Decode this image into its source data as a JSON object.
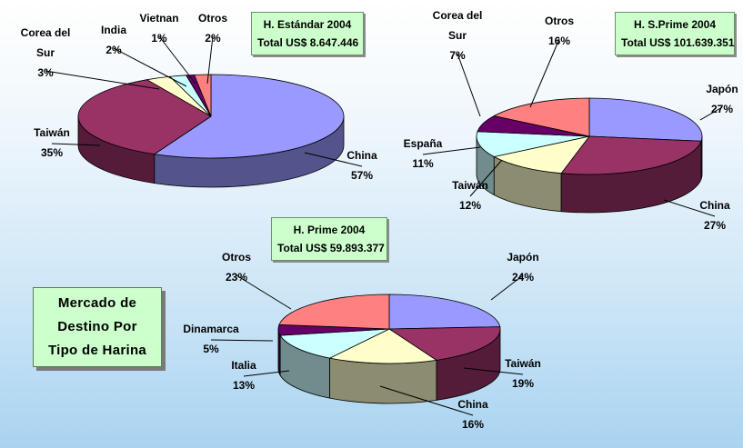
{
  "title_box": {
    "lines": [
      "Mercado de",
      "Destino Por",
      "Tipo de Harina"
    ]
  },
  "chart_data": [
    {
      "type": "pie",
      "box": [
        "H. Estándar 2004",
        "Total US$ 8.647.446"
      ],
      "slices": [
        {
          "name": "China",
          "value": 57,
          "color": "#9999ff"
        },
        {
          "name": "Taiwán",
          "value": 35,
          "color": "#993366"
        },
        {
          "name": "Corea del Sur",
          "value": 3,
          "color": "#ffffcc"
        },
        {
          "name": "India",
          "value": 2,
          "color": "#ccffff"
        },
        {
          "name": "Vietnan",
          "value": 1,
          "color": "#660066"
        },
        {
          "name": "Otros",
          "value": 2,
          "color": "#ff8080"
        }
      ],
      "labels": [
        {
          "lines": [
            "China",
            "57%"
          ]
        },
        {
          "lines": [
            "Taiwán",
            "35%"
          ]
        },
        {
          "lines": [
            "Corea del",
            "Sur",
            "3%"
          ]
        },
        {
          "lines": [
            "India",
            "2%"
          ]
        },
        {
          "lines": [
            "Vietnan",
            "1%"
          ]
        },
        {
          "lines": [
            "Otros",
            "2%"
          ]
        }
      ]
    },
    {
      "type": "pie",
      "box": [
        "H. S.Prime 2004",
        "Total US$ 101.639.351"
      ],
      "slices": [
        {
          "name": "Japón",
          "value": 27,
          "color": "#9999ff"
        },
        {
          "name": "China",
          "value": 27,
          "color": "#993366"
        },
        {
          "name": "Taiwán",
          "value": 12,
          "color": "#ffffcc"
        },
        {
          "name": "España",
          "value": 11,
          "color": "#ccffff"
        },
        {
          "name": "Corea del Sur",
          "value": 7,
          "color": "#660066"
        },
        {
          "name": "Otros",
          "value": 16,
          "color": "#ff8080"
        }
      ],
      "labels": [
        {
          "lines": [
            "Japón",
            "27%"
          ]
        },
        {
          "lines": [
            "China",
            "27%"
          ]
        },
        {
          "lines": [
            "Taiwán",
            "12%"
          ]
        },
        {
          "lines": [
            "España",
            "11%"
          ]
        },
        {
          "lines": [
            "Corea del",
            "Sur",
            "7%"
          ]
        },
        {
          "lines": [
            "Otros",
            "16%"
          ]
        }
      ]
    },
    {
      "type": "pie",
      "box": [
        "H. Prime 2004",
        "Total US$ 59.893.377"
      ],
      "slices": [
        {
          "name": "Japón",
          "value": 24,
          "color": "#9999ff"
        },
        {
          "name": "Taiwán",
          "value": 19,
          "color": "#993366"
        },
        {
          "name": "China",
          "value": 16,
          "color": "#ffffcc"
        },
        {
          "name": "Italia",
          "value": 13,
          "color": "#ccffff"
        },
        {
          "name": "Dinamarca",
          "value": 5,
          "color": "#660066"
        },
        {
          "name": "Otros",
          "value": 23,
          "color": "#ff8080"
        }
      ],
      "labels": [
        {
          "lines": [
            "Japón",
            "24%"
          ]
        },
        {
          "lines": [
            "Taiwán",
            "19%"
          ]
        },
        {
          "lines": [
            "China",
            "16%"
          ]
        },
        {
          "lines": [
            "Italia",
            "13%"
          ]
        },
        {
          "lines": [
            "Dinamarca",
            "5%"
          ]
        },
        {
          "lines": [
            "Otros",
            "23%"
          ]
        }
      ]
    }
  ]
}
